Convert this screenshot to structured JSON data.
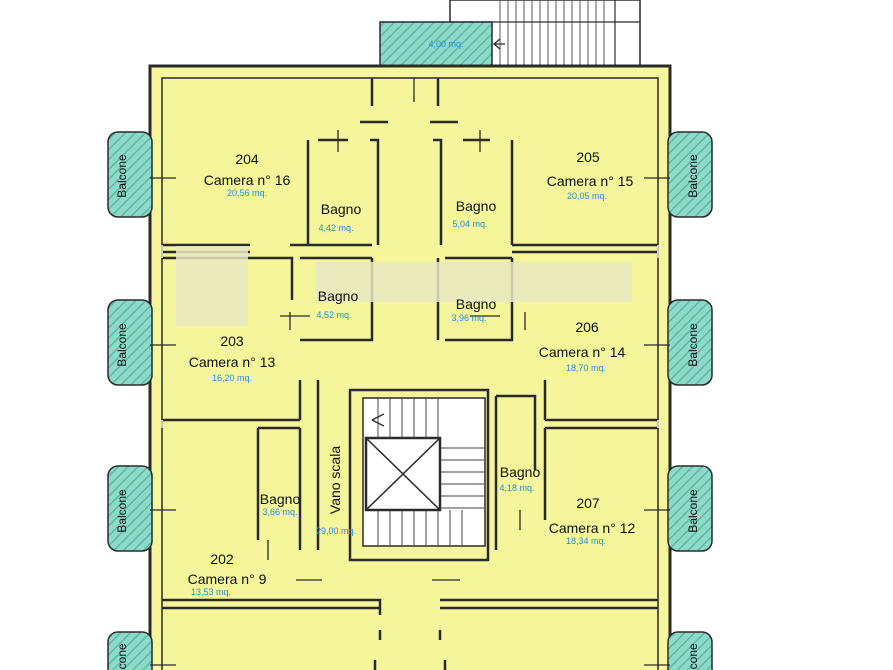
{
  "colors": {
    "floor": "#f5f59c",
    "wall": "#2a2a2a",
    "wall_light": "#c9c9c9",
    "balcony_fill": "#8fd9c8",
    "balcony_hatch": "#4fb5a0",
    "area_text": "#1e90d6",
    "label_text": "#111111",
    "blur": "#e7e7c2"
  },
  "terrace": {
    "area": "4,00 mq."
  },
  "rooms": [
    {
      "number": "204",
      "name": "Camera n° 16",
      "area": "20,56 mq."
    },
    {
      "number": "205",
      "name": "Camera n° 15",
      "area": "20,05 mq."
    },
    {
      "number": "203",
      "name": "Camera n° 13",
      "area": "16,20 mq."
    },
    {
      "number": "206",
      "name": "Camera n° 14",
      "area": "18,70 mq."
    },
    {
      "number": "202",
      "name": "Camera n° 9",
      "area": "13,53 mq."
    },
    {
      "number": "207",
      "name": "Camera n° 12",
      "area": "18,34 mq."
    }
  ],
  "bathrooms": [
    {
      "name": "Bagno",
      "area": "4,42 mq."
    },
    {
      "name": "Bagno",
      "area": "5,04 mq."
    },
    {
      "name": "Bagno",
      "area": "4,52 mq."
    },
    {
      "name": "Bagno",
      "area": "3,96 mq."
    },
    {
      "name": "Bagno",
      "area": "3,66 mq."
    },
    {
      "name": "Bagno",
      "area": "4,18 mq."
    }
  ],
  "stairwell": {
    "name": "Vano scala",
    "area": "29,00 mq."
  },
  "balconies": [
    {
      "label": "Balcone"
    },
    {
      "label": "Balcone"
    },
    {
      "label": "Balcone"
    },
    {
      "label": "Balcone"
    },
    {
      "label": "Balcone"
    },
    {
      "label": "Balcone"
    },
    {
      "label": "Balcone"
    },
    {
      "label": "Balcone"
    }
  ]
}
